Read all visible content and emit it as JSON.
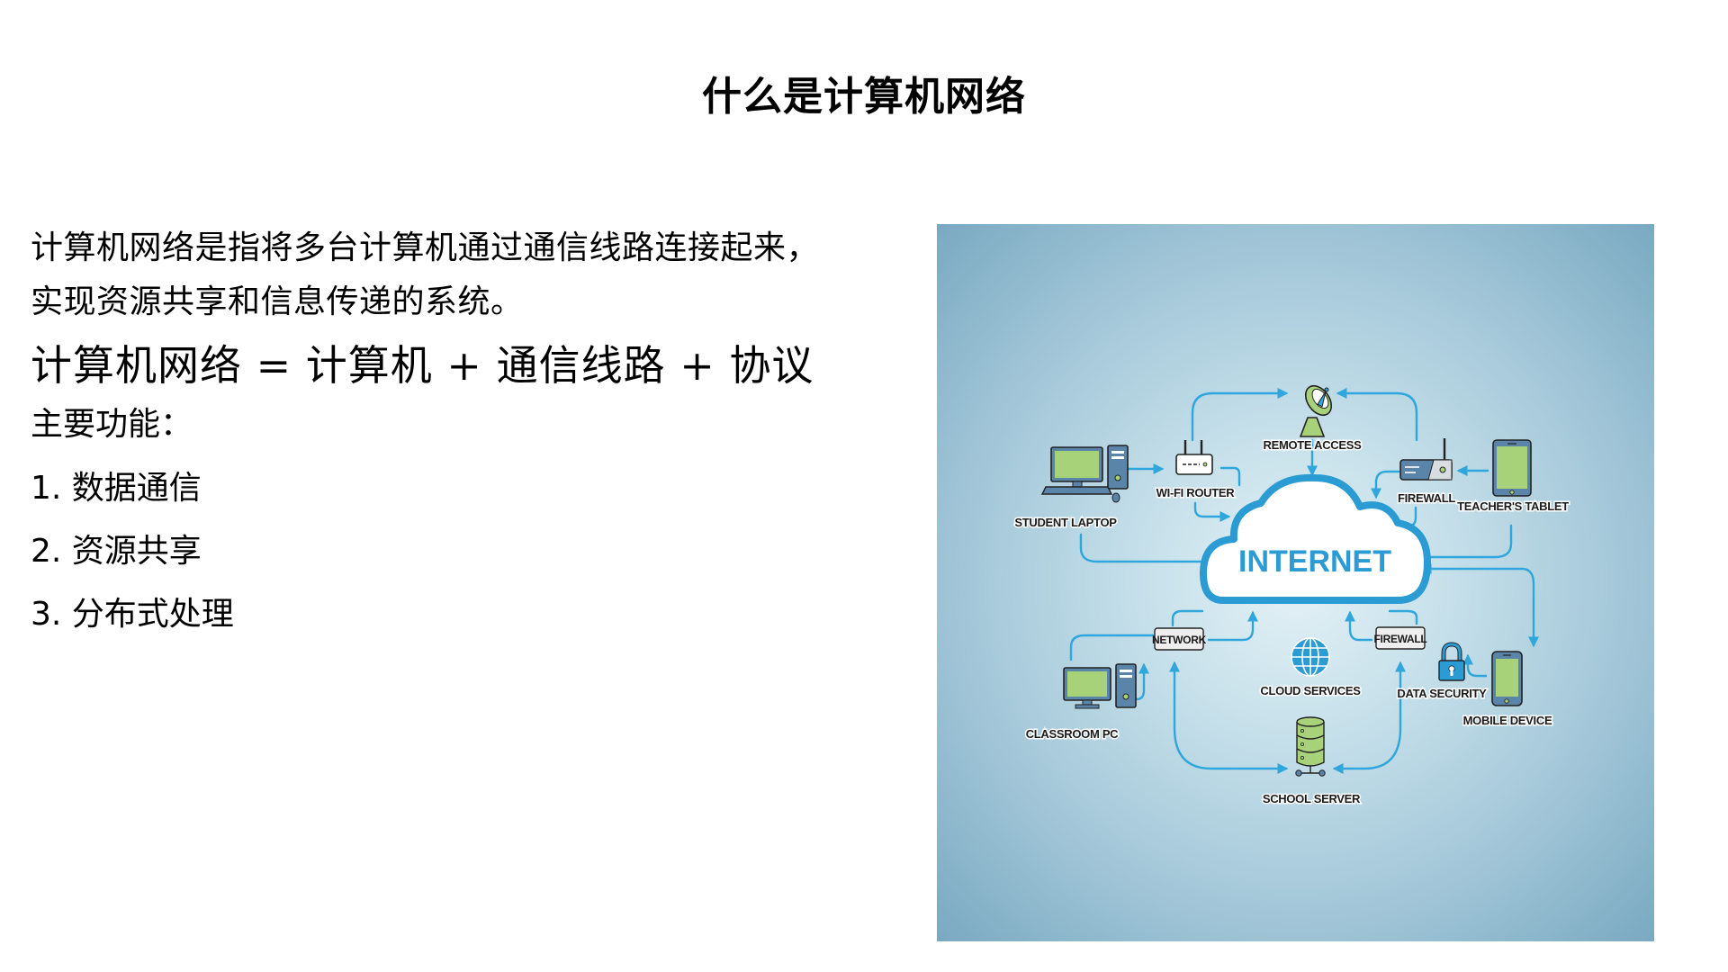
{
  "slide": {
    "title": "什么是计算机网络",
    "definition": {
      "line1": "计算机网络是指将多台计算机通过通信线路连接起来，",
      "line2": "实现资源共享和信息传递的系统。"
    },
    "formula": "计算机网络 = 计算机 + 通信线路 + 协议",
    "functions_heading": "主要功能：",
    "functions": [
      {
        "label": "1. 数据通信"
      },
      {
        "label": "2. 资源共享"
      },
      {
        "label": "3. 分布式处理"
      }
    ]
  },
  "diagram": {
    "center_label": "INTERNET",
    "nodes": {
      "remote_access": "REMOTE ACCESS",
      "student_laptop": "STUDENT LAPTOP",
      "wifi_router": "WI-FI ROUTER",
      "firewall_top": "FIREWALL",
      "teachers_tablet": "TEACHER'S TABLET",
      "network": "NETWORK",
      "cloud_services": "CLOUD SERVICES",
      "firewall_bottom": "FIREWALL",
      "data_security": "DATA SECURITY",
      "mobile_device": "MOBILE DEVICE",
      "classroom_pc": "CLASSROOM PC",
      "school_server": "SCHOOL SERVER"
    },
    "colors": {
      "arrow": "#2fa6dc",
      "cloud_stroke": "#2b9bd3",
      "device_green": "#a8d27a",
      "device_blue": "#5a84a8",
      "background_center": "#e4f1f6",
      "background_edge": "#79a9c1"
    }
  }
}
